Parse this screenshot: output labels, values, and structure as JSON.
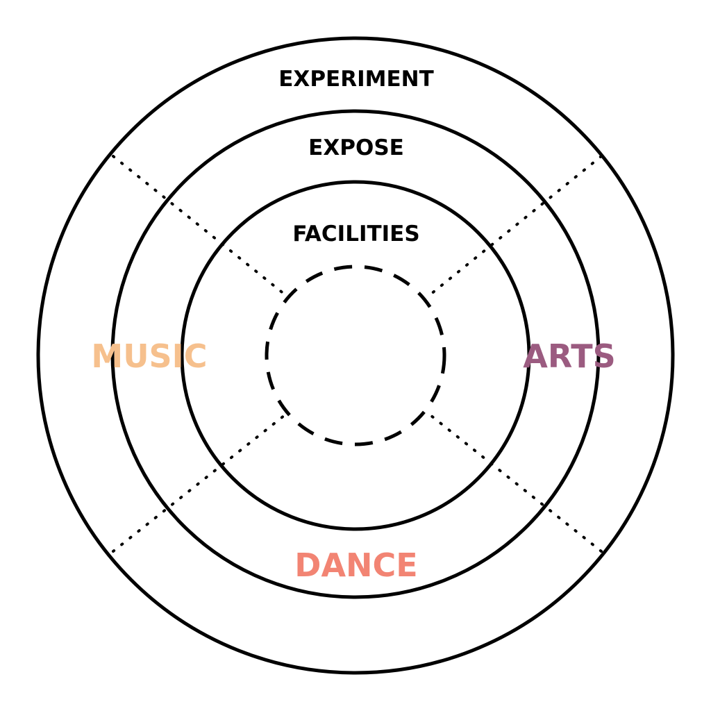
{
  "rings": {
    "outer": "EXPERIMENT",
    "middle": "EXPOSE",
    "inner": "FACILITIES"
  },
  "sectors": {
    "left": {
      "label": "MUSIC",
      "color": "#f6c08d"
    },
    "right": {
      "label": "ARTS",
      "color": "#9b5b80"
    },
    "bottom": {
      "label": "DANCE",
      "color": "#f28473"
    }
  },
  "colors": {
    "stroke": "#000000",
    "background": "#ffffff"
  }
}
